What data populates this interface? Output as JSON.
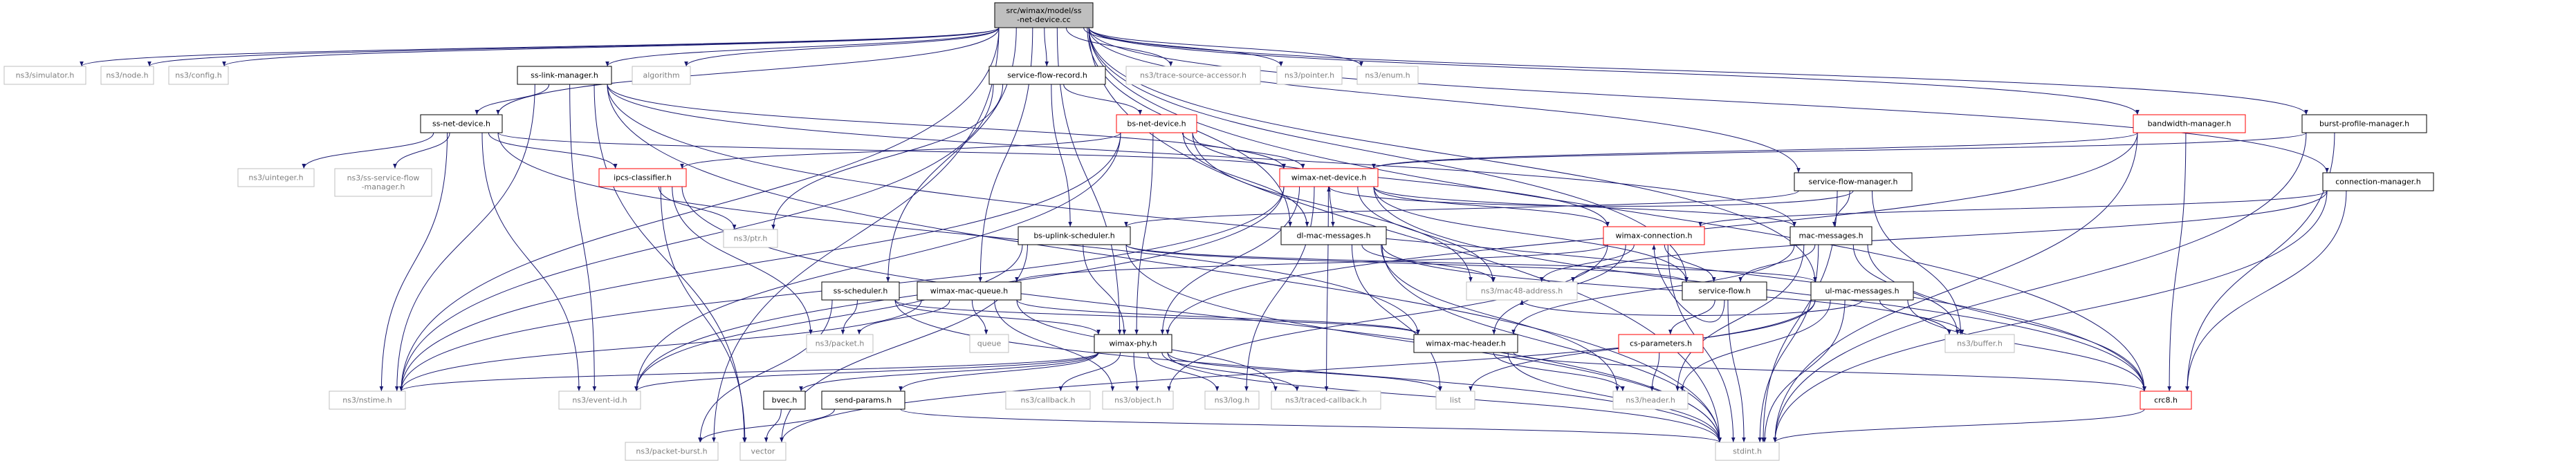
{
  "graph": {
    "colors": {
      "edge": "#191970",
      "border_normal": "#000000",
      "border_gray": "#bfbfbf",
      "border_red": "#ff0000",
      "text_normal": "#000000",
      "text_gray": "#7f7f7f",
      "root_fill": "#bfbfbf"
    },
    "nodes": [
      {
        "id": "root",
        "lines": [
          "src/wimax/model/ss",
          "-net-device.cc"
        ],
        "style": "root"
      },
      {
        "id": "simulator",
        "lines": [
          "ns3/simulator.h"
        ],
        "style": "gray"
      },
      {
        "id": "node",
        "lines": [
          "ns3/node.h"
        ],
        "style": "gray"
      },
      {
        "id": "config",
        "lines": [
          "ns3/config.h"
        ],
        "style": "gray"
      },
      {
        "id": "ss-link-manager",
        "lines": [
          "ss-link-manager.h"
        ],
        "style": "normal"
      },
      {
        "id": "algorithm",
        "lines": [
          "algorithm"
        ],
        "style": "gray"
      },
      {
        "id": "service-flow-record",
        "lines": [
          "service-flow-record.h"
        ],
        "style": "normal"
      },
      {
        "id": "trace-source-accessor",
        "lines": [
          "ns3/trace-source-accessor.h"
        ],
        "style": "gray"
      },
      {
        "id": "pointer",
        "lines": [
          "ns3/pointer.h"
        ],
        "style": "gray"
      },
      {
        "id": "enum",
        "lines": [
          "ns3/enum.h"
        ],
        "style": "gray"
      },
      {
        "id": "bandwidth-manager",
        "lines": [
          "bandwidth-manager.h"
        ],
        "style": "red"
      },
      {
        "id": "burst-profile-manager",
        "lines": [
          "burst-profile-manager.h"
        ],
        "style": "normal"
      },
      {
        "id": "ss-net-device",
        "lines": [
          "ss-net-device.h"
        ],
        "style": "normal"
      },
      {
        "id": "bs-net-device",
        "lines": [
          "bs-net-device.h"
        ],
        "style": "red"
      },
      {
        "id": "service-flow-manager",
        "lines": [
          "service-flow-manager.h"
        ],
        "style": "normal"
      },
      {
        "id": "connection-manager",
        "lines": [
          "connection-manager.h"
        ],
        "style": "normal"
      },
      {
        "id": "uinteger",
        "lines": [
          "ns3/uinteger.h"
        ],
        "style": "gray"
      },
      {
        "id": "ss-service-flow-manager",
        "lines": [
          "ns3/ss-service-flow",
          "-manager.h"
        ],
        "style": "gray"
      },
      {
        "id": "ipcs-classifier",
        "lines": [
          "ipcs-classifier.h"
        ],
        "style": "red"
      },
      {
        "id": "wimax-net-device",
        "lines": [
          "wimax-net-device.h"
        ],
        "style": "red"
      },
      {
        "id": "ptr",
        "lines": [
          "ns3/ptr.h"
        ],
        "style": "gray"
      },
      {
        "id": "bs-uplink-scheduler",
        "lines": [
          "bs-uplink-scheduler.h"
        ],
        "style": "normal"
      },
      {
        "id": "dl-mac-messages",
        "lines": [
          "dl-mac-messages.h"
        ],
        "style": "normal"
      },
      {
        "id": "wimax-connection",
        "lines": [
          "wimax-connection.h"
        ],
        "style": "red"
      },
      {
        "id": "mac-messages",
        "lines": [
          "mac-messages.h"
        ],
        "style": "normal"
      },
      {
        "id": "wimax-mac-queue",
        "lines": [
          "wimax-mac-queue.h"
        ],
        "style": "normal"
      },
      {
        "id": "ss-scheduler",
        "lines": [
          "ss-scheduler.h"
        ],
        "style": "normal"
      },
      {
        "id": "mac48-address",
        "lines": [
          "ns3/mac48-address.h"
        ],
        "style": "gray"
      },
      {
        "id": "service-flow",
        "lines": [
          "service-flow.h"
        ],
        "style": "normal"
      },
      {
        "id": "ul-mac-messages",
        "lines": [
          "ul-mac-messages.h"
        ],
        "style": "normal"
      },
      {
        "id": "queue",
        "lines": [
          "queue"
        ],
        "style": "gray"
      },
      {
        "id": "packet",
        "lines": [
          "ns3/packet.h"
        ],
        "style": "gray"
      },
      {
        "id": "wimax-phy",
        "lines": [
          "wimax-phy.h"
        ],
        "style": "normal"
      },
      {
        "id": "wimax-mac-header",
        "lines": [
          "wimax-mac-header.h"
        ],
        "style": "normal"
      },
      {
        "id": "buffer",
        "lines": [
          "ns3/buffer.h"
        ],
        "style": "gray"
      },
      {
        "id": "cs-parameters",
        "lines": [
          "cs-parameters.h"
        ],
        "style": "red"
      },
      {
        "id": "nstime",
        "lines": [
          "ns3/nstime.h"
        ],
        "style": "gray"
      },
      {
        "id": "event-id",
        "lines": [
          "ns3/event-id.h"
        ],
        "style": "gray"
      },
      {
        "id": "bvec",
        "lines": [
          "bvec.h"
        ],
        "style": "normal"
      },
      {
        "id": "send-params",
        "lines": [
          "send-params.h"
        ],
        "style": "normal"
      },
      {
        "id": "callback",
        "lines": [
          "ns3/callback.h"
        ],
        "style": "gray"
      },
      {
        "id": "object",
        "lines": [
          "ns3/object.h"
        ],
        "style": "gray"
      },
      {
        "id": "log",
        "lines": [
          "ns3/log.h"
        ],
        "style": "gray"
      },
      {
        "id": "traced-callback",
        "lines": [
          "ns3/traced-callback.h"
        ],
        "style": "gray"
      },
      {
        "id": "list",
        "lines": [
          "list"
        ],
        "style": "gray"
      },
      {
        "id": "header",
        "lines": [
          "ns3/header.h"
        ],
        "style": "gray"
      },
      {
        "id": "crc8",
        "lines": [
          "crc8.h"
        ],
        "style": "red"
      },
      {
        "id": "packet-burst",
        "lines": [
          "ns3/packet-burst.h"
        ],
        "style": "gray"
      },
      {
        "id": "vector",
        "lines": [
          "vector"
        ],
        "style": "gray"
      },
      {
        "id": "stdint",
        "lines": [
          "stdint.h"
        ],
        "style": "gray"
      }
    ],
    "edges": [
      [
        "root",
        "simulator"
      ],
      [
        "root",
        "node"
      ],
      [
        "root",
        "config"
      ],
      [
        "root",
        "ss-link-manager"
      ],
      [
        "root",
        "algorithm"
      ],
      [
        "root",
        "service-flow-record"
      ],
      [
        "root",
        "trace-source-accessor"
      ],
      [
        "root",
        "pointer"
      ],
      [
        "root",
        "enum"
      ],
      [
        "root",
        "bandwidth-manager"
      ],
      [
        "root",
        "burst-profile-manager"
      ],
      [
        "root",
        "ss-net-device"
      ],
      [
        "root",
        "service-flow-manager"
      ],
      [
        "root",
        "connection-manager"
      ],
      [
        "root",
        "wimax-phy"
      ],
      [
        "root",
        "wimax-mac-queue"
      ],
      [
        "root",
        "dl-mac-messages"
      ],
      [
        "root",
        "ul-mac-messages"
      ],
      [
        "root",
        "service-flow"
      ],
      [
        "root",
        "crc8"
      ],
      [
        "root",
        "ss-scheduler"
      ],
      [
        "root",
        "nstime"
      ],
      [
        "root",
        "stdint"
      ],
      [
        "root",
        "packet-burst"
      ],
      [
        "ss-link-manager",
        "ss-net-device"
      ],
      [
        "ss-link-manager",
        "wimax-net-device"
      ],
      [
        "ss-link-manager",
        "nstime"
      ],
      [
        "ss-link-manager",
        "event-id"
      ],
      [
        "ss-link-manager",
        "mac-messages"
      ],
      [
        "ss-link-manager",
        "crc8"
      ],
      [
        "ss-link-manager",
        "stdint"
      ],
      [
        "ss-link-manager",
        "vector"
      ],
      [
        "service-flow-record",
        "bs-net-device"
      ],
      [
        "service-flow-record",
        "bs-uplink-scheduler"
      ],
      [
        "service-flow-record",
        "ptr"
      ],
      [
        "service-flow-record",
        "nstime"
      ],
      [
        "bandwidth-manager",
        "wimax-net-device"
      ],
      [
        "bandwidth-manager",
        "wimax-phy"
      ],
      [
        "bandwidth-manager",
        "crc8"
      ],
      [
        "bandwidth-manager",
        "stdint"
      ],
      [
        "burst-profile-manager",
        "wimax-net-device"
      ],
      [
        "burst-profile-manager",
        "crc8"
      ],
      [
        "burst-profile-manager",
        "stdint"
      ],
      [
        "ss-net-device",
        "uinteger"
      ],
      [
        "ss-net-device",
        "ss-service-flow-manager"
      ],
      [
        "ss-net-device",
        "ipcs-classifier"
      ],
      [
        "ss-net-device",
        "wimax-net-device"
      ],
      [
        "ss-net-device",
        "nstime"
      ],
      [
        "ss-net-device",
        "event-id"
      ],
      [
        "ss-net-device",
        "wimax-mac-header"
      ],
      [
        "bs-net-device",
        "ipcs-classifier"
      ],
      [
        "bs-net-device",
        "wimax-net-device"
      ],
      [
        "bs-net-device",
        "dl-mac-messages"
      ],
      [
        "bs-net-device",
        "wimax-connection"
      ],
      [
        "bs-net-device",
        "event-id"
      ],
      [
        "bs-net-device",
        "nstime"
      ],
      [
        "bs-net-device",
        "wimax-phy"
      ],
      [
        "bs-net-device",
        "mac48-address"
      ],
      [
        "service-flow-manager",
        "wimax-net-device"
      ],
      [
        "service-flow-manager",
        "bs-uplink-scheduler"
      ],
      [
        "service-flow-manager",
        "mac-messages"
      ],
      [
        "service-flow-manager",
        "buffer"
      ],
      [
        "service-flow-manager",
        "stdint"
      ],
      [
        "connection-manager",
        "wimax-connection"
      ],
      [
        "connection-manager",
        "mac48-address"
      ],
      [
        "connection-manager",
        "crc8"
      ],
      [
        "connection-manager",
        "stdint"
      ],
      [
        "ipcs-classifier",
        "ptr"
      ],
      [
        "ipcs-classifier",
        "packet"
      ],
      [
        "ipcs-classifier",
        "vector"
      ],
      [
        "ipcs-classifier",
        "stdint"
      ],
      [
        "wimax-net-device",
        "wimax-connection"
      ],
      [
        "wimax-net-device",
        "mac-messages"
      ],
      [
        "wimax-net-device",
        "dl-mac-messages"
      ],
      [
        "wimax-net-device",
        "event-id"
      ],
      [
        "wimax-net-device",
        "nstime"
      ],
      [
        "wimax-net-device",
        "wimax-phy"
      ],
      [
        "wimax-net-device",
        "mac48-address"
      ],
      [
        "wimax-net-device",
        "traced-callback"
      ],
      [
        "wimax-net-device",
        "log"
      ],
      [
        "wimax-net-device",
        "crc8"
      ],
      [
        "wimax-net-device",
        "service-flow"
      ],
      [
        "bs-uplink-scheduler",
        "ul-mac-messages"
      ],
      [
        "bs-uplink-scheduler",
        "wimax-phy"
      ],
      [
        "bs-uplink-scheduler",
        "event-id"
      ],
      [
        "bs-uplink-scheduler",
        "service-flow"
      ],
      [
        "bs-uplink-scheduler",
        "stdint"
      ],
      [
        "bs-uplink-scheduler",
        "vector"
      ],
      [
        "dl-mac-messages",
        "mac48-address"
      ],
      [
        "dl-mac-messages",
        "header"
      ],
      [
        "dl-mac-messages",
        "list"
      ],
      [
        "dl-mac-messages",
        "stdint"
      ],
      [
        "dl-mac-messages",
        "buffer"
      ],
      [
        "wimax-connection",
        "wimax-mac-queue"
      ],
      [
        "wimax-connection",
        "wimax-mac-header"
      ],
      [
        "wimax-connection",
        "service-flow"
      ],
      [
        "wimax-connection",
        "mac48-address"
      ],
      [
        "wimax-connection",
        "object"
      ],
      [
        "wimax-connection",
        "stdint"
      ],
      [
        "mac-messages",
        "service-flow"
      ],
      [
        "mac-messages",
        "wimax-mac-header"
      ],
      [
        "mac-messages",
        "header"
      ],
      [
        "mac-messages",
        "buffer"
      ],
      [
        "mac-messages",
        "crc8"
      ],
      [
        "mac-messages",
        "stdint"
      ],
      [
        "wimax-mac-queue",
        "wimax-mac-header"
      ],
      [
        "wimax-mac-queue",
        "queue"
      ],
      [
        "wimax-mac-queue",
        "packet"
      ],
      [
        "wimax-mac-queue",
        "object"
      ],
      [
        "wimax-mac-queue",
        "traced-callback"
      ],
      [
        "wimax-mac-queue",
        "nstime"
      ],
      [
        "ss-scheduler",
        "wimax-phy"
      ],
      [
        "ss-scheduler",
        "packet"
      ],
      [
        "ss-scheduler",
        "wimax-mac-header"
      ],
      [
        "ss-scheduler",
        "packet-burst"
      ],
      [
        "ss-scheduler",
        "stdint"
      ],
      [
        "service-flow",
        "wimax-connection"
      ],
      [
        "service-flow",
        "cs-parameters"
      ],
      [
        "service-flow",
        "stdint"
      ],
      [
        "ul-mac-messages",
        "mac48-address"
      ],
      [
        "ul-mac-messages",
        "header"
      ],
      [
        "ul-mac-messages",
        "list"
      ],
      [
        "ul-mac-messages",
        "buffer"
      ],
      [
        "ul-mac-messages",
        "stdint"
      ],
      [
        "ul-mac-messages",
        "crc8"
      ],
      [
        "ul-mac-messages",
        "vector"
      ],
      [
        "wimax-phy",
        "bvec"
      ],
      [
        "wimax-phy",
        "send-params"
      ],
      [
        "wimax-phy",
        "callback"
      ],
      [
        "wimax-phy",
        "object"
      ],
      [
        "wimax-phy",
        "log"
      ],
      [
        "wimax-phy",
        "traced-callback"
      ],
      [
        "wimax-phy",
        "list"
      ],
      [
        "wimax-phy",
        "nstime"
      ],
      [
        "wimax-phy",
        "event-id"
      ],
      [
        "wimax-phy",
        "stdint"
      ],
      [
        "wimax-mac-header",
        "header"
      ],
      [
        "wimax-mac-header",
        "crc8"
      ],
      [
        "wimax-mac-header",
        "stdint"
      ],
      [
        "cs-parameters",
        "header"
      ],
      [
        "bvec",
        "vector"
      ],
      [
        "send-params",
        "packet-burst"
      ],
      [
        "send-params",
        "stdint"
      ],
      [
        "crc8",
        "stdint"
      ]
    ]
  }
}
